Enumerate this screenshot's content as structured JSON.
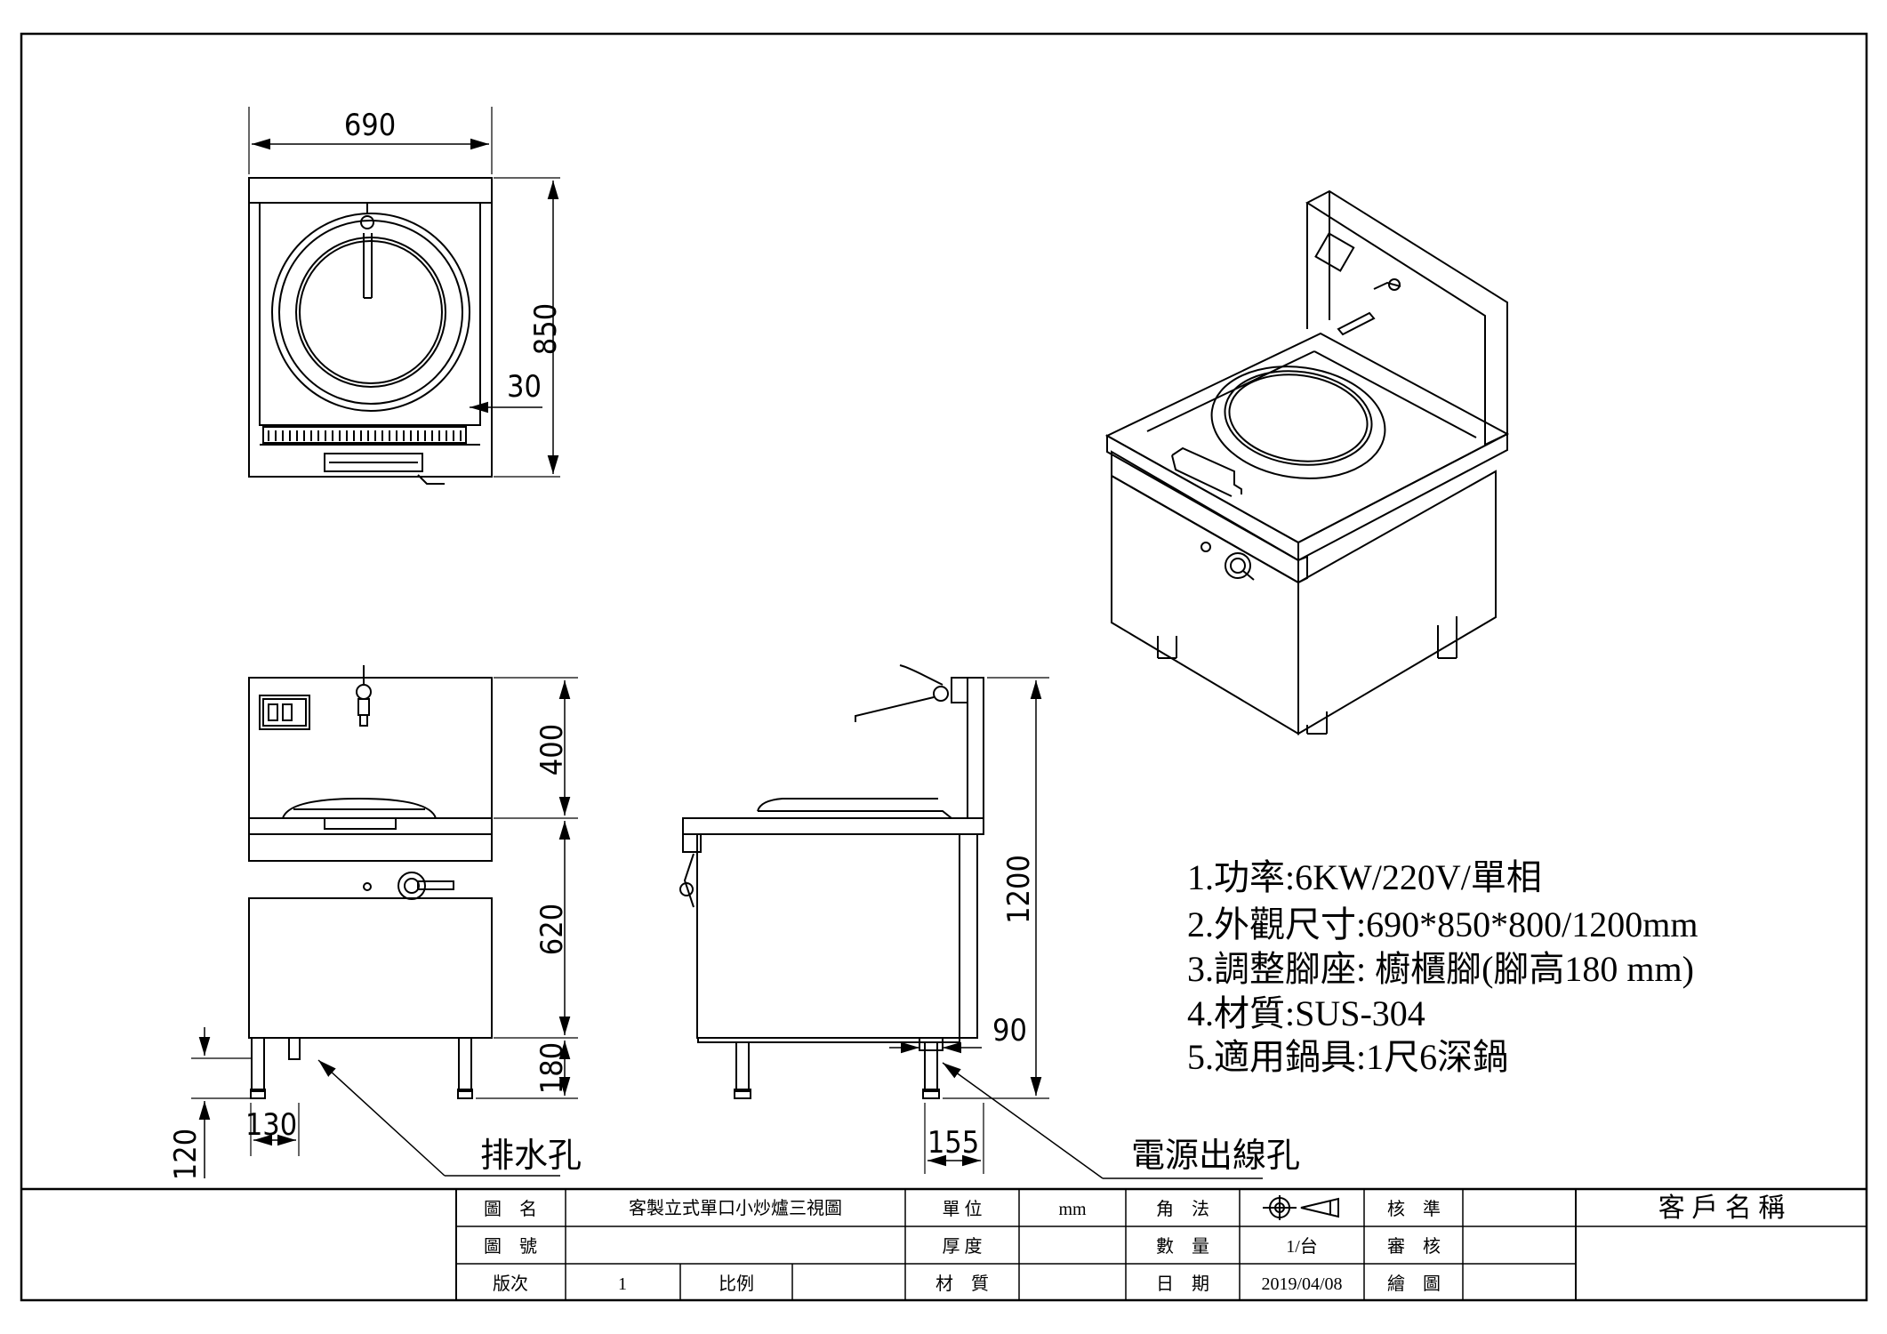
{
  "dimensions": {
    "top_width": "690",
    "top_depth": "850",
    "top_offset": "30",
    "front_backsplash": "400",
    "front_body": "620",
    "front_leg": "180",
    "front_foot_offset": "130",
    "front_foot_height": "120",
    "side_total": "1200",
    "side_offset": "90",
    "side_foot": "155"
  },
  "labels": {
    "drain": "排水孔",
    "power_outlet": "電源出線孔"
  },
  "notes": [
    "1.功率:6KW/220V/單相",
    "2.外觀尺寸:690*850*800/1200mm",
    "3.調整腳座: 櫥櫃腳(腳高180 mm)",
    "4.材質:SUS-304",
    "5.適用鍋具:1尺6深鍋"
  ],
  "title_block": {
    "drawing_name_label": "圖　名",
    "drawing_name": "客製立式單口小炒爐三視圖",
    "drawing_no_label": "圖　號",
    "drawing_no": "",
    "version_label": "版次",
    "version": "1",
    "scale_label": "比例",
    "scale": "",
    "unit_label": "單 位",
    "unit": "mm",
    "thickness_label": "厚 度",
    "thickness": "",
    "material_label": "材　質",
    "material": "",
    "angle_label": "角　法",
    "quantity_label": "數　量",
    "quantity": "1/台",
    "date_label": "日　期",
    "date": "2019/04/08",
    "approve_label": "核　準",
    "approve": "",
    "review_label": "審　核",
    "review": "",
    "draw_label": "繪　圖",
    "draw": "",
    "customer_label": "客 戶 名 稱",
    "customer": ""
  }
}
